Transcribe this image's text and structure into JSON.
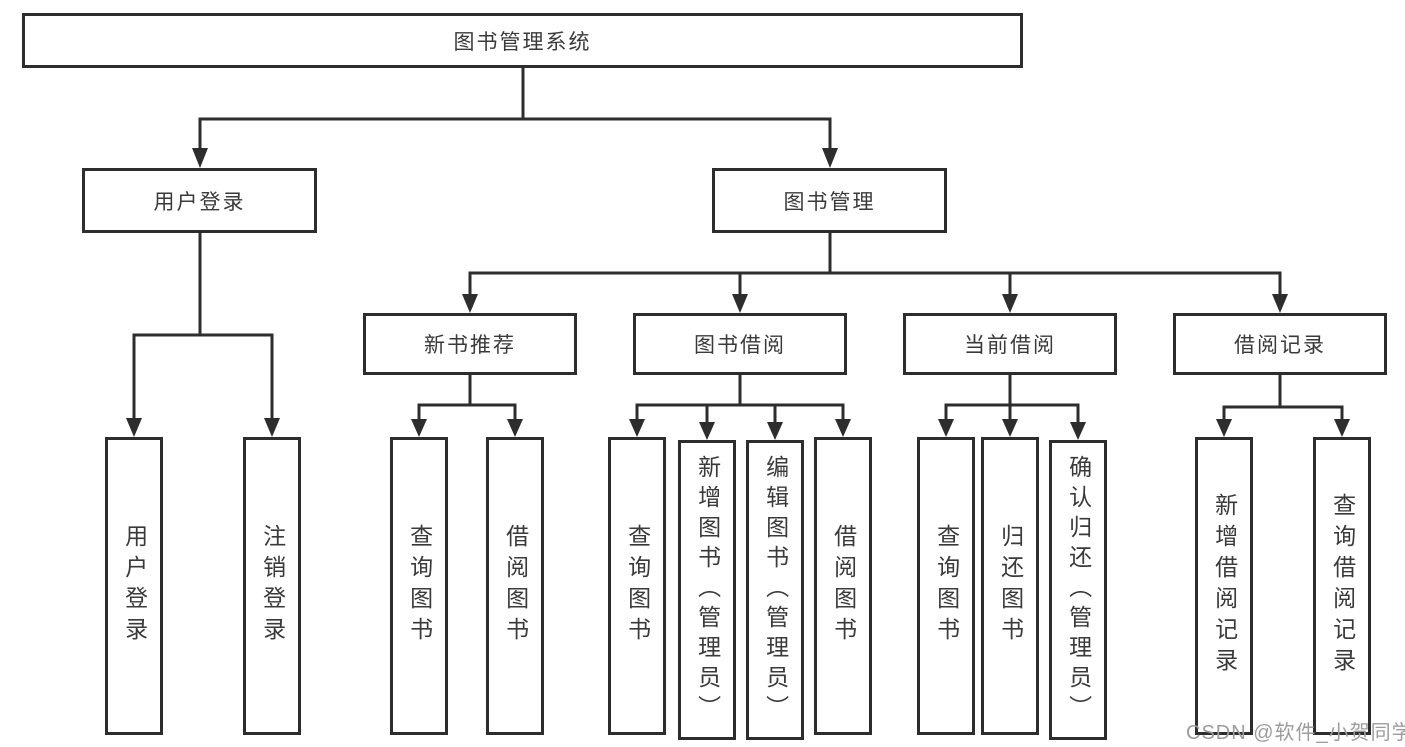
{
  "diagram": {
    "title_node": {
      "label": "图书管理系统"
    },
    "level2": {
      "user_login": {
        "label": "用户登录"
      },
      "book_management": {
        "label": "图书管理"
      }
    },
    "level3": {
      "new_book_recommend": {
        "label": "新书推荐"
      },
      "book_borrow": {
        "label": "图书借阅"
      },
      "current_borrow": {
        "label": "当前借阅"
      },
      "borrow_records": {
        "label": "借阅记录"
      }
    },
    "leaves": {
      "user_login": [
        {
          "label": "用户登录"
        },
        {
          "label": "注销登录"
        }
      ],
      "new_book_recommend": [
        {
          "label": "查询图书"
        },
        {
          "label": "借阅图书"
        }
      ],
      "book_borrow": [
        {
          "label": "查询图书"
        },
        {
          "label": "新增图书（管理员）"
        },
        {
          "label": "编辑图书（管理员）"
        },
        {
          "label": "借阅图书"
        }
      ],
      "current_borrow": [
        {
          "label": "查询图书"
        },
        {
          "label": "归还图书"
        },
        {
          "label": "确认归还（管理员）"
        }
      ],
      "borrow_records": [
        {
          "label": "新增借阅记录"
        },
        {
          "label": "查询借阅记录"
        }
      ]
    }
  },
  "watermark": {
    "text": "CSDN @软件_小贺同学"
  },
  "colors": {
    "line": "#2d2d2d",
    "box_border": "#2d2d2d",
    "text": "#3a3a3a",
    "watermark": "#9c9c9c",
    "background": "#ffffff"
  }
}
